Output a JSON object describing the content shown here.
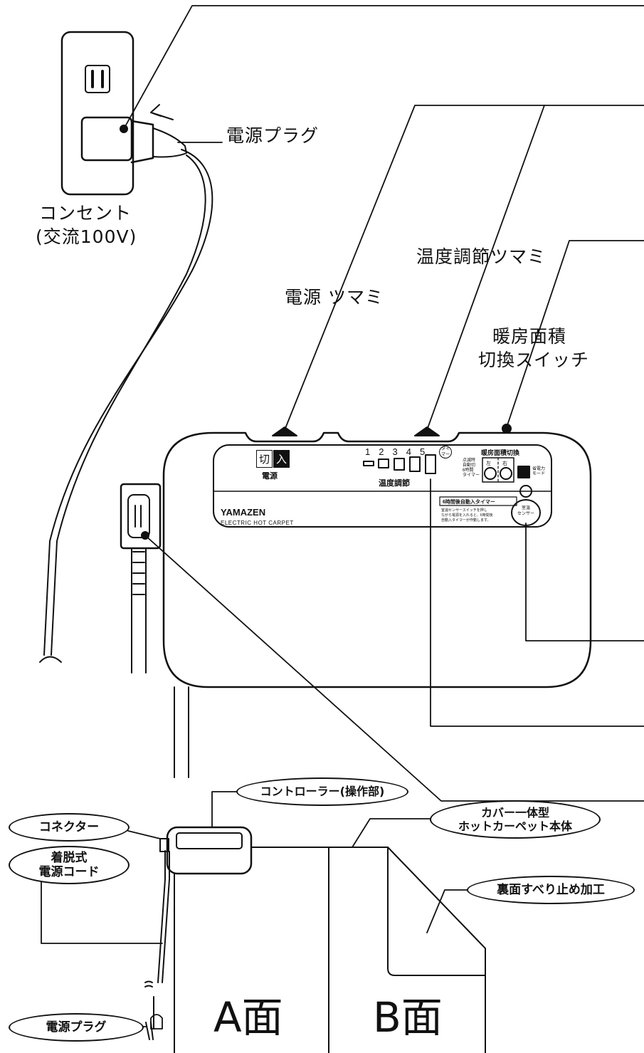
{
  "labels": {
    "outlet_line1": "コンセント",
    "outlet_line2": "(交流100V)",
    "plug": "電源プラグ",
    "power_knob": "電源 ツマミ",
    "temp_knob": "温度調節ツマミ",
    "area_switch_line1": "暖房面積",
    "area_switch_line2": "切換スイッチ"
  },
  "panel": {
    "off_label": "切",
    "on_label": "入",
    "power_label": "電源",
    "temp_numbers": [
      "1",
      "2",
      "3",
      "4",
      "5"
    ],
    "timer_tag": "タイマー\n運転",
    "temp_label": "温度調節",
    "area_title": "暖房面積切換",
    "area_note_1": "点滅時",
    "area_note_2": "自動切",
    "area_note_3": "6時間",
    "area_note_4": "タイマー",
    "left": "左",
    "right": "右",
    "eco_1": "省電力",
    "eco_2": "モード",
    "brand": "YAMAZEN",
    "product": "ELECTRIC HOT CARPET",
    "timer_box": "6時間後自動入タイマー",
    "timer_desc_1": "室温センサースイッチを押し",
    "timer_desc_2": "ながら電源を入れると、6時間後",
    "timer_desc_3": "自動入タイマーが作動します。",
    "sensor_1": "室温",
    "sensor_2": "センサー"
  },
  "callouts": {
    "controller": "コントローラー(操作部)",
    "connector": "コネクター",
    "cord_1": "着脱式",
    "cord_2": "電源コード",
    "carpet_1": "カバー一体型",
    "carpet_2": "ホットカーペット本体",
    "antislip": "裏面すべり止め加工",
    "plug": "電源プラグ"
  },
  "faces": {
    "a": "A面",
    "b": "B面"
  }
}
